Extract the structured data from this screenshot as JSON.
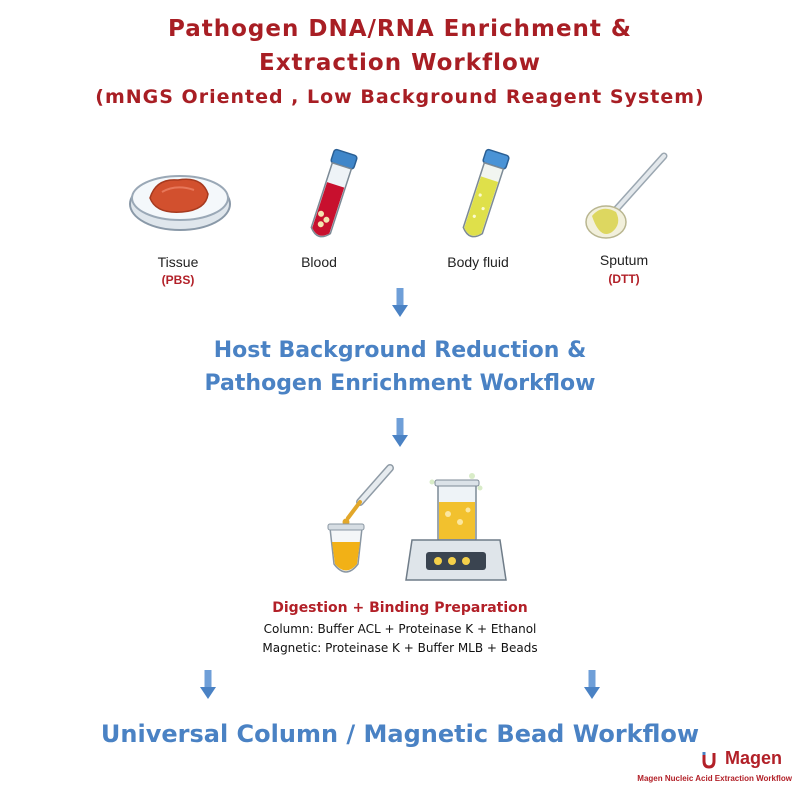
{
  "header": {
    "title_line1": "Pathogen DNA/RNA Enrichment &",
    "title_line2": "Extraction Workflow",
    "subtitle": "(mNGS Oriented , Low Background Reagent System)"
  },
  "samples": [
    {
      "label": "Tissue",
      "reagent": "(PBS)",
      "icon": "petri-dish-icon"
    },
    {
      "label": "Blood",
      "reagent": "",
      "icon": "blood-tube-icon"
    },
    {
      "label": "Body fluid",
      "reagent": "",
      "icon": "fluid-tube-icon"
    },
    {
      "label": "Sputum",
      "reagent": "(DTT)",
      "icon": "swab-icon"
    }
  ],
  "step2": {
    "line1": "Host Background Reduction &",
    "line2": "Pathogen Enrichment Workflow"
  },
  "digestion": {
    "title": "Digestion  +  Binding Preparation",
    "column_line": "Column: Buffer ACL + Proteinase K + Ethanol",
    "magnetic_line": "Magnetic: Proteinase K + Buffer MLB + Beads"
  },
  "final": {
    "label": "Universal  Column / Magnetic Bead Workflow"
  },
  "brand": {
    "name": "Magen",
    "tagline": "Magen Nucleic Acid Extraction Workflow"
  },
  "colors": {
    "title_red": "#a81e24",
    "accent_blue": "#4a82c4"
  }
}
